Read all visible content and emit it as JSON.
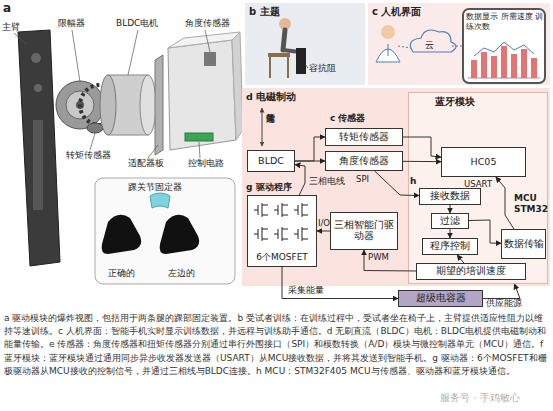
{
  "diagram": {
    "caption": "a 驱动模块的爆炸视图，包括用于两条腿的踝部固定装置。b 受试者训练：在训练过程中，受试者坐在椅子上，主臂提供适应性阻力以维持等速训练。c 人机界面：智能手机实时显示训练数据，并远程与训练助手通信。d 无刷直流（BLDC）电机：BLDC电机提供电磁制动和能量传输。e 传感器：角度传感器和扭矩传感器分别通过串行外围接口（SPI）和模数转换（A/D）模块与微控制器单元（MCU）通信。f蓝牙模块：蓝牙模块通过通用同步异步收发器发送器（USART）从MCU接收数据，并将其发送到智能手机。g 驱动器：6个MOSFET和栅极驱动器从MCU接收的控制信号，并通过三相线与BLDC连接。h MCU：STM32F405 MCU与传感器、驱动器和蓝牙模块通信。",
    "nodes": [
      {
        "text": [
          "b 主题",
          "容抗阻"
        ]
      },
      {
        "text": [
          "c 人机界面",
          "云"
        ]
      },
      {
        "text": [
          "数据显示 所需速度 训练次数"
        ],
        "in": 1
      },
      {
        "text": [
          "d 电磁制动"
        ]
      },
      {
        "text": [
          "蓝牙模块",
          "MCU STM32"
        ],
        "in": 3
      },
      {
        "text": [
          "BLDC"
        ],
        "in": 3
      },
      {
        "text": [
          "转矩传感器"
        ],
        "in": 3
      },
      {
        "text": [
          "角度传感器"
        ],
        "in": 3
      },
      {
        "text": [
          "HC05"
        ],
        "in": 4
      },
      {
        "text": [
          "6个MOSFET"
        ],
        "in": 3
      },
      {
        "text": [
          "三相智能门驱动器"
        ],
        "in": 3
      },
      {
        "text": [
          "接收数据"
        ],
        "in": 4
      },
      {
        "text": [
          "过滤"
        ],
        "in": 4
      },
      {
        "text": [
          "程序控制"
        ],
        "in": 4
      },
      {
        "text": [
          "数据传输"
        ],
        "in": 4
      },
      {
        "text": [
          "期望的培训速度"
        ],
        "in": 4
      },
      {
        "text": [
          "超级电容器"
        ]
      }
    ],
    "edges": [
      {
        "from": 5,
        "to": 6,
        "arrow": "to"
      },
      {
        "from": 5,
        "to": 7,
        "arrow": "to"
      },
      {
        "from": 6,
        "to": 8,
        "arrow": "to"
      },
      {
        "from": 7,
        "to": 8,
        "arrow": "to"
      },
      {
        "from": 14,
        "to": 8,
        "label": "USART",
        "arrow": "to"
      },
      {
        "from": 7,
        "to": 11,
        "label": "SPI",
        "arrow": "to"
      },
      {
        "from": 11,
        "to": 12,
        "arrow": "to"
      },
      {
        "from": 12,
        "to": 13,
        "arrow": "to"
      },
      {
        "from": 12,
        "to": 14,
        "arrow": "to"
      },
      {
        "from": 15,
        "to": 13,
        "arrow": "to"
      },
      {
        "from": 15,
        "to": 10,
        "label": "PWM",
        "arrow": "to"
      },
      {
        "from": 10,
        "to": 9,
        "label": "I/O",
        "arrow": "to"
      },
      {
        "from": 9,
        "to": 5,
        "label": "三相电线",
        "arrow": "to"
      },
      {
        "from": 9,
        "to": 16,
        "label": "采集能量",
        "arrow": "to"
      },
      {
        "from": 16,
        "to": 4,
        "label": "供应能源",
        "arrow": "to"
      }
    ],
    "labels": [
      "a",
      "主臂",
      "限幅器",
      "BLDC电机",
      "角度传感器",
      "转矩传感器",
      "适配器板",
      "控制电路",
      "踝关节固定器",
      "正确的",
      "左边的",
      "能量传递",
      "c 传感器",
      "g 驱动程序",
      "h",
      "服务号 · 手鸡敏心"
    ]
  }
}
